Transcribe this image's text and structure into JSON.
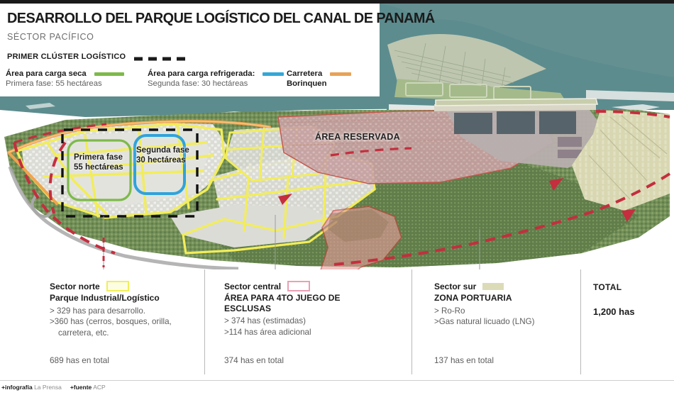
{
  "header": {
    "title": "DESARROLLO DEL PARQUE LOGÍSTICO DEL CANAL DE PANAMÁ",
    "subtitle": "SÉCTOR PACÍFICO",
    "cluster_label": "PRIMER CLÚSTER LOGÍSTICO",
    "cluster_key_icon": "dashed-line-icon",
    "legend": [
      {
        "title": "Área para carga seca",
        "detail": "Primera fase: 55 hectáreas",
        "color": "#7DBA4A",
        "swatch_icon": "line-swatch-green"
      },
      {
        "title": "Área para carga refrigerada:",
        "detail": "Segunda fase: 30 hectáreas",
        "color": "#33A8D8",
        "swatch_icon": "line-swatch-blue"
      },
      {
        "title": "Carretera",
        "detail": "Borinquen",
        "color": "#E8A356",
        "swatch_icon": "line-swatch-orange"
      }
    ]
  },
  "map": {
    "annotations": [
      {
        "name": "primera-fase",
        "line1": "Primera fase",
        "line2": "55 hectáreas",
        "outline_color": "#7DBA4A"
      },
      {
        "name": "segunda-fase",
        "line1": "Segunda fase",
        "line2": "30 hectáreas",
        "outline_color": "#2FA3DC"
      },
      {
        "name": "area-reservada",
        "line1": "ÁREA RESERVADA"
      }
    ],
    "colors": {
      "water": "#5C8C8E",
      "water_light": "#98B7B6",
      "vegetation": "#6E8C56",
      "vegetation_light": "#93AB74",
      "urban_block": "#D9D9D4",
      "reserved_zone": "#C7A0A0",
      "khaki_zone": "#D9D8B4",
      "road_yellow": "#F2ED5A",
      "road_orange": "#F0A44E",
      "boundary_red": "#C42E3E",
      "polygon_pink": "#E8908F"
    }
  },
  "panel": {
    "columns": [
      {
        "name": "sector-norte",
        "title": "Sector norte",
        "swatch": "outline-yellow",
        "subtitle": "Parque Industrial/Logístico",
        "bullets": [
          "> 329 has para desarrollo.",
          ">360 has (cerros, bosques, orilla,",
          "carretera, etc."
        ],
        "total": "689 has en total"
      },
      {
        "name": "sector-central",
        "title": "Sector central",
        "swatch": "outline-pink",
        "subtitle": "ÁREA PARA 4TO JUEGO DE",
        "subtitle2": "ESCLUSAS",
        "bullets": [
          "> 374 has (estimadas)",
          ">114 has área adicional"
        ],
        "total": "374 has en total"
      },
      {
        "name": "sector-sur",
        "title": "Sector sur",
        "swatch": "fill-khaki",
        "subtitle": "ZONA PORTUARIA",
        "bullets": [
          "> Ro-Ro",
          ">Gas natural licuado (LNG)"
        ],
        "total": "137 has en total"
      }
    ],
    "total": {
      "label": "TOTAL",
      "value": "1,200 has"
    }
  },
  "footer": {
    "credit_label": "+infografía",
    "credit_value": "La Prensa",
    "source_label": "+fuente",
    "source_value": "ACP"
  }
}
